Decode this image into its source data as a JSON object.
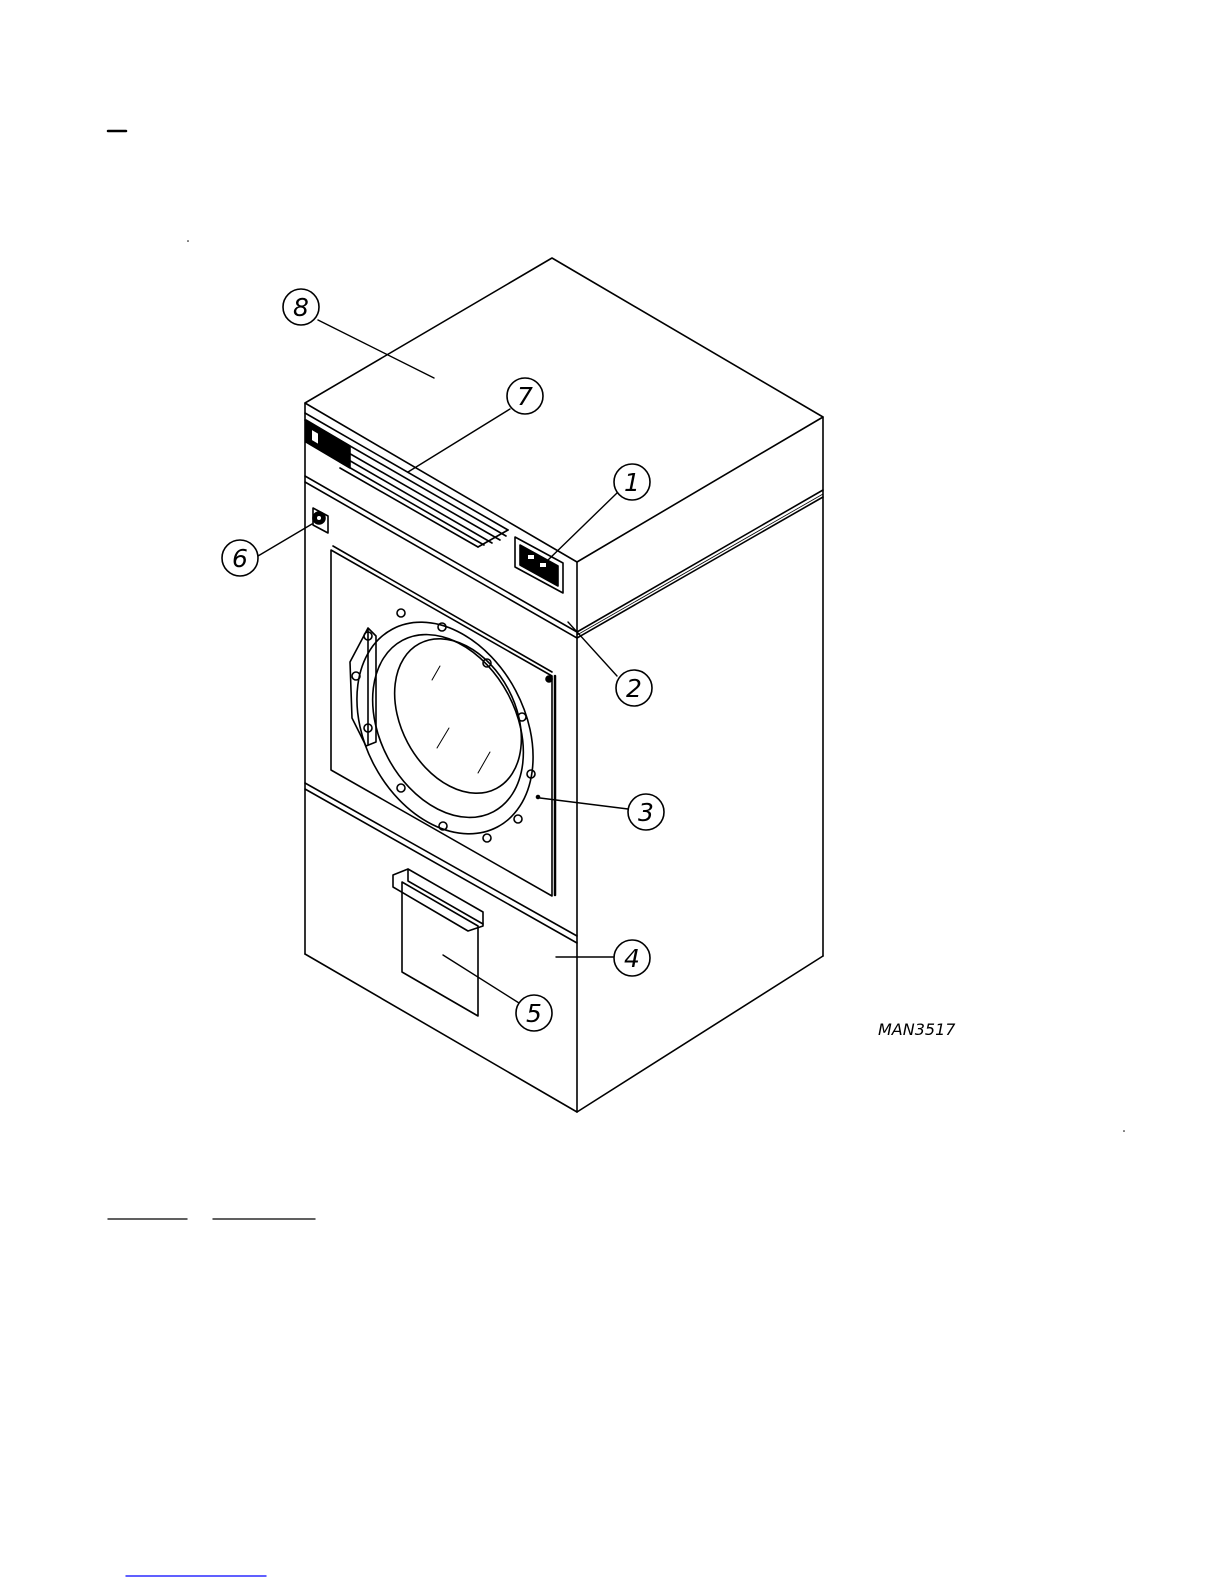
{
  "diagram": {
    "callouts": [
      {
        "id": "1",
        "label": "1"
      },
      {
        "id": "2",
        "label": "2"
      },
      {
        "id": "3",
        "label": "3"
      },
      {
        "id": "4",
        "label": "4"
      },
      {
        "id": "5",
        "label": "5"
      },
      {
        "id": "6",
        "label": "6"
      },
      {
        "id": "7",
        "label": "7"
      },
      {
        "id": "8",
        "label": "8"
      }
    ],
    "reference_code": "MAN3517"
  },
  "colors": {
    "line": "#000000",
    "link_underline": "#0000ff"
  }
}
